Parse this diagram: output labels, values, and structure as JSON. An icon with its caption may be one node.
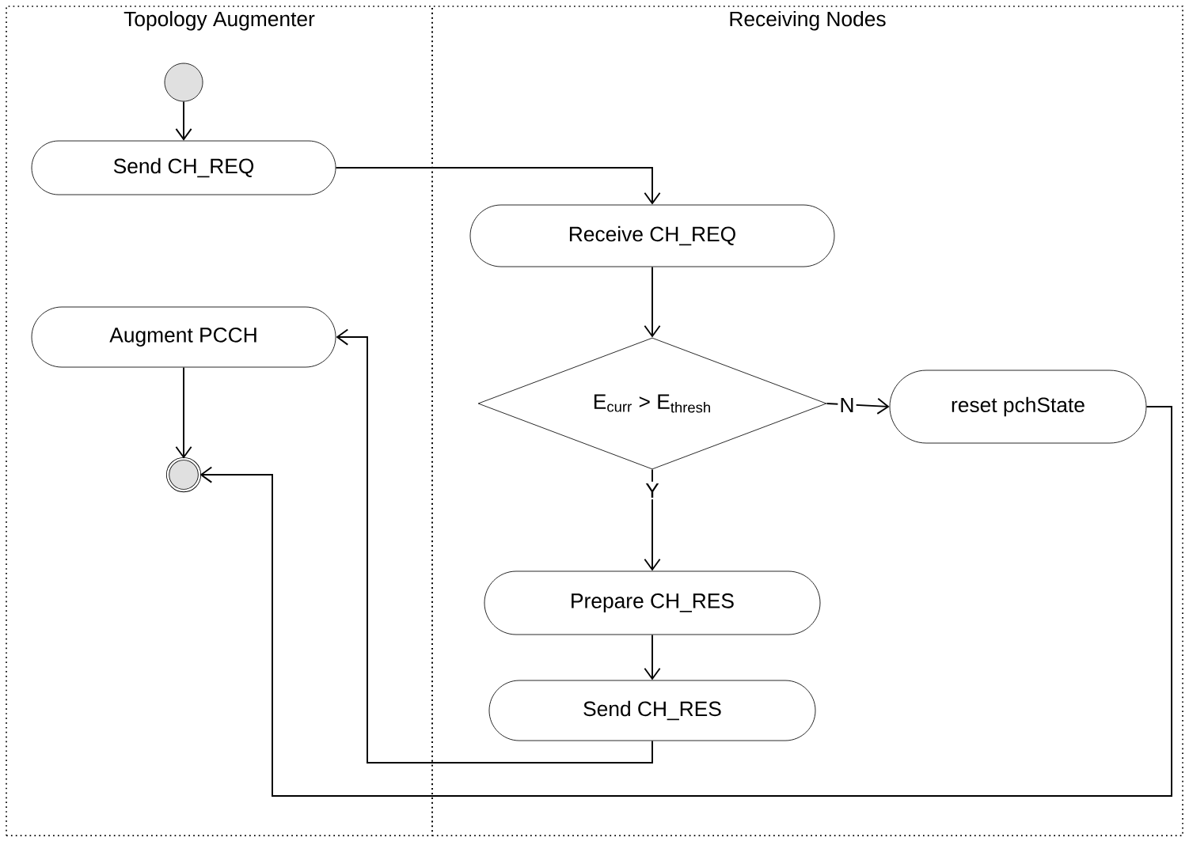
{
  "diagram": {
    "nodes": [
      {
        "text": [
          "Topology Augmenter"
        ]
      },
      {
        "text": [
          "Receiving Nodes"
        ]
      },
      {
        "text": [],
        "shape": "circle",
        "in": 0
      },
      {
        "text": [
          "Send CH_REQ"
        ],
        "in": 0
      },
      {
        "text": [
          "Augment PCCH"
        ],
        "in": 0
      },
      {
        "text": [],
        "shape": "circle",
        "in": 0
      },
      {
        "text": [
          "Receive CH_REQ"
        ],
        "in": 1
      },
      {
        "text": [
          "E$_{curr}$ > E$_{thresh}$"
        ],
        "in": 1
      },
      {
        "text": [
          "reset pchState"
        ],
        "in": 1
      },
      {
        "text": [
          "Prepare CH_RES"
        ],
        "in": 1
      },
      {
        "text": [
          "Send CH_RES"
        ],
        "in": 1
      }
    ],
    "edges": [
      {
        "from": 2,
        "to": 3,
        "arrow": "to"
      },
      {
        "from": 3,
        "to": 6,
        "arrow": "to"
      },
      {
        "from": 6,
        "to": 7,
        "arrow": "to"
      },
      {
        "from": 7,
        "to": 8,
        "arrow": "to",
        "label": "N"
      },
      {
        "from": 7,
        "to": 9,
        "arrow": "to",
        "label": "Y"
      },
      {
        "from": 9,
        "to": 10,
        "arrow": "to"
      },
      {
        "from": 10,
        "to": 4,
        "arrow": "to"
      },
      {
        "from": 4,
        "to": 5,
        "arrow": "to"
      },
      {
        "from": 8,
        "to": 5,
        "arrow": "to"
      }
    ]
  }
}
